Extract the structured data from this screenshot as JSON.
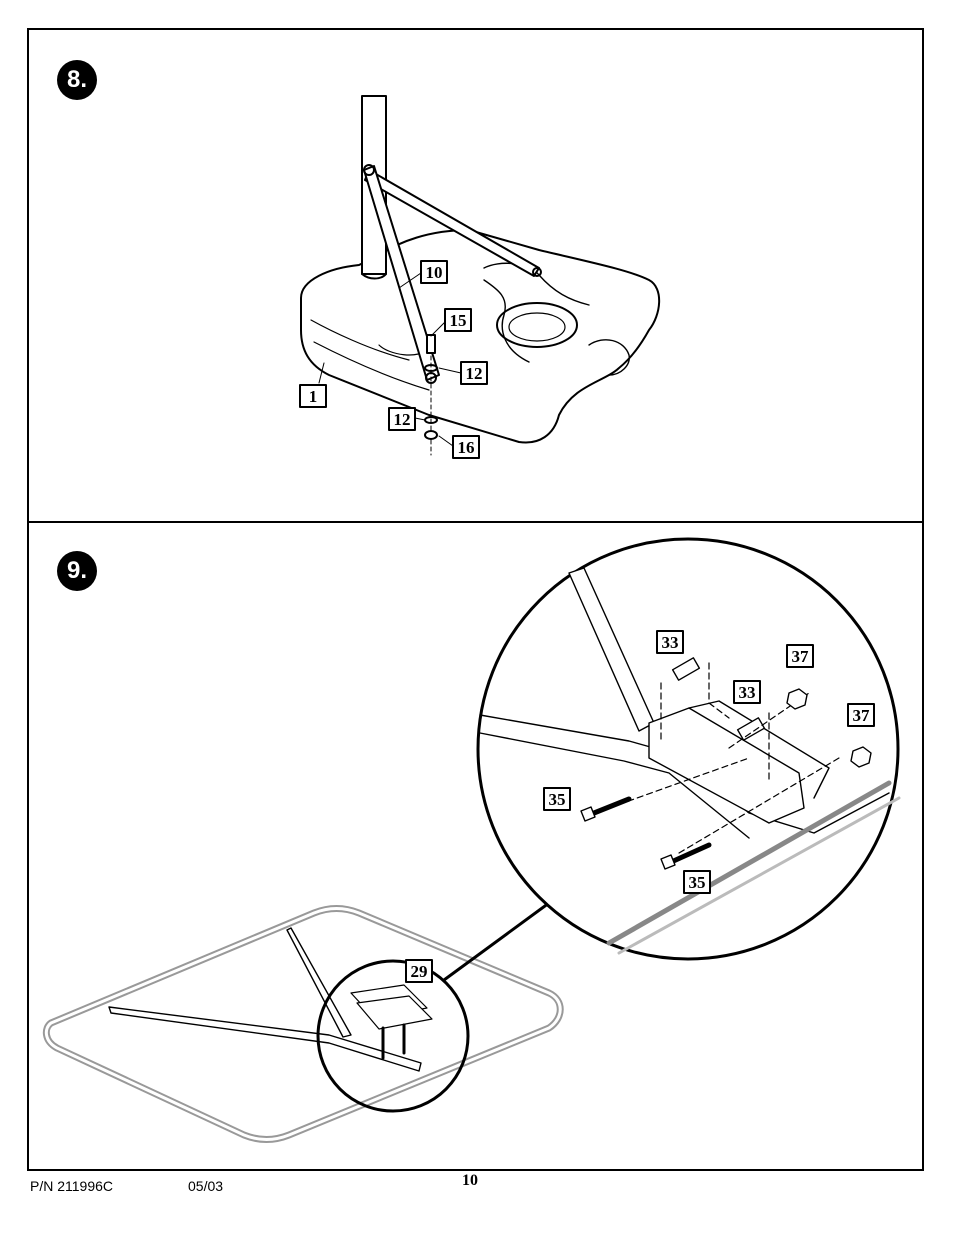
{
  "steps": [
    {
      "number": "8."
    },
    {
      "number": "9."
    }
  ],
  "callouts": {
    "step8": [
      "10",
      "15",
      "12",
      "1",
      "12",
      "16"
    ],
    "step9_detail": [
      "33",
      "33",
      "37",
      "37",
      "35",
      "35"
    ],
    "step9_overview": [
      "29"
    ]
  },
  "footer": {
    "part_number": "P/N 211996C",
    "date": "05/03",
    "page_number": "10"
  }
}
